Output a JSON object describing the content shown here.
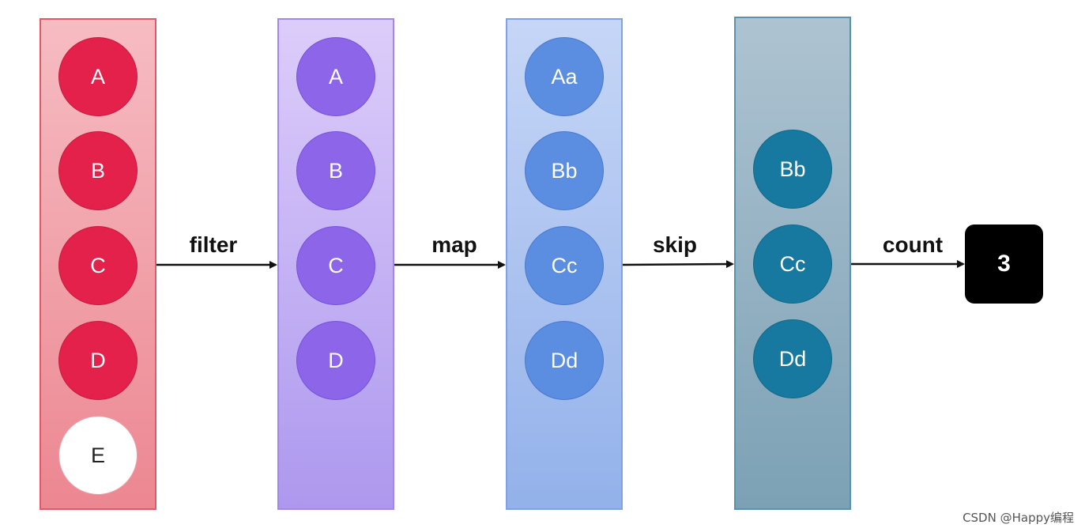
{
  "stages": [
    {
      "items": [
        {
          "label": "A",
          "style": "red"
        },
        {
          "label": "B",
          "style": "red"
        },
        {
          "label": "C",
          "style": "red"
        },
        {
          "label": "D",
          "style": "red"
        },
        {
          "label": "E",
          "style": "white"
        }
      ]
    },
    {
      "items": [
        {
          "label": "A",
          "style": "purple"
        },
        {
          "label": "B",
          "style": "purple"
        },
        {
          "label": "C",
          "style": "purple"
        },
        {
          "label": "D",
          "style": "purple"
        }
      ]
    },
    {
      "items": [
        {
          "label": "Aa",
          "style": "blue"
        },
        {
          "label": "Bb",
          "style": "blue"
        },
        {
          "label": "Cc",
          "style": "blue"
        },
        {
          "label": "Dd",
          "style": "blue"
        }
      ]
    },
    {
      "items": [
        {
          "label": "Bb",
          "style": "teal"
        },
        {
          "label": "Cc",
          "style": "teal"
        },
        {
          "label": "Dd",
          "style": "teal"
        }
      ]
    }
  ],
  "operations": [
    "filter",
    "map",
    "skip",
    "count"
  ],
  "result": "3",
  "watermark": "CSDN @Happy编程",
  "colors": {
    "red": "#e3214b",
    "purple": "#8d65e9",
    "blue": "#5b8ee0",
    "teal": "#17799f",
    "result_bg": "#000000"
  }
}
